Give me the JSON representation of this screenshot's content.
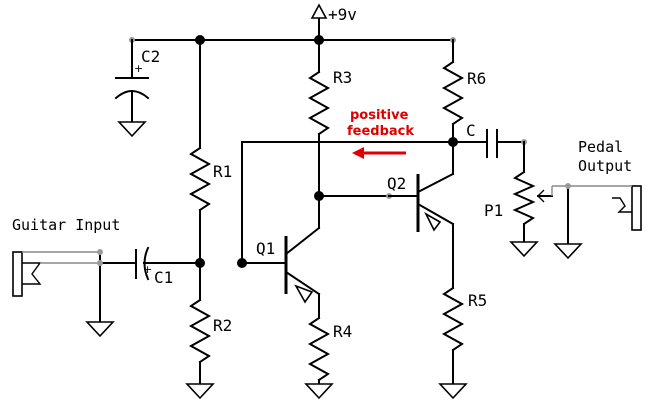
{
  "labels": {
    "supply": "+9v",
    "c2": "C2",
    "r3": "R3",
    "r6": "R6",
    "c": "C",
    "r1": "R1",
    "q2": "Q2",
    "pedal_output": [
      "Pedal",
      "Output"
    ],
    "p1": "P1",
    "guitar_input": "Guitar Input",
    "q1": "Q1",
    "c1": "C1",
    "r5": "R5",
    "r2": "R2",
    "r4": "R4"
  },
  "annotation": {
    "lines": [
      "positive",
      "feedback"
    ],
    "color": "#e00000"
  }
}
